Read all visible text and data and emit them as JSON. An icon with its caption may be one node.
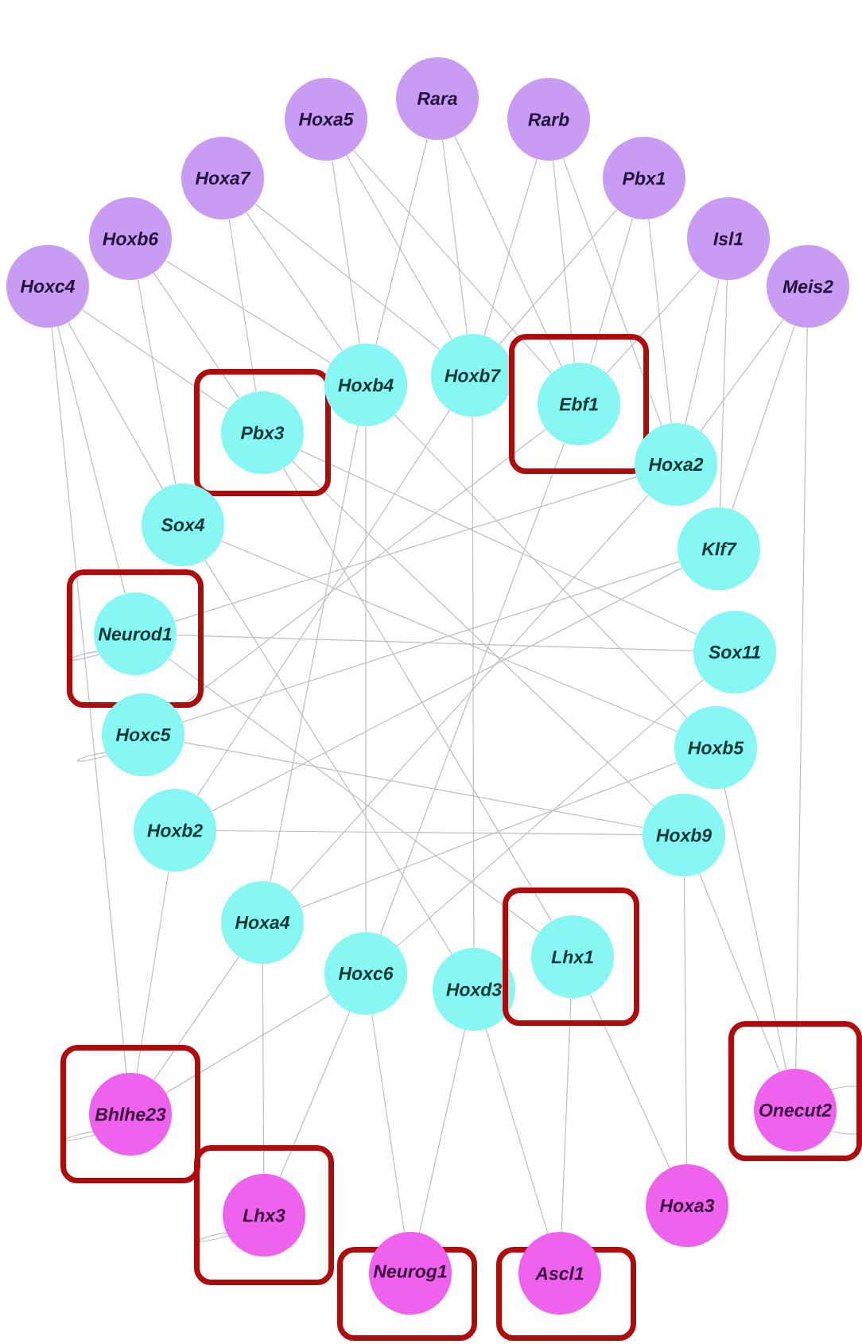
{
  "diagram": {
    "nodes": [
      {
        "text": [
          "Hoxc4"
        ]
      },
      {
        "text": [
          "Hoxb6"
        ]
      },
      {
        "text": [
          "Hoxa7"
        ]
      },
      {
        "text": [
          "Hoxa5"
        ]
      },
      {
        "text": [
          "Rara"
        ]
      },
      {
        "text": [
          "Rarb"
        ]
      },
      {
        "text": [
          "Pbx1"
        ]
      },
      {
        "text": [
          "Isl1"
        ]
      },
      {
        "text": [
          "Meis2"
        ]
      },
      {
        "text": [],
        "shape": "box"
      },
      {
        "text": [
          "Pbx3"
        ],
        "in": 9
      },
      {
        "text": [
          "Hoxb4"
        ]
      },
      {
        "text": [
          "Hoxb7"
        ]
      },
      {
        "text": [],
        "shape": "box"
      },
      {
        "text": [
          "Ebf1"
        ],
        "in": 13
      },
      {
        "text": [
          "Hoxa2"
        ]
      },
      {
        "text": [
          "Sox4"
        ]
      },
      {
        "text": [
          "Klf7"
        ]
      },
      {
        "text": [],
        "shape": "box"
      },
      {
        "text": [
          "Neurod1"
        ],
        "in": 18
      },
      {
        "text": [
          "Sox11"
        ]
      },
      {
        "text": [
          "Hoxc5"
        ]
      },
      {
        "text": [
          "Hoxb5"
        ]
      },
      {
        "text": [
          "Hoxb2"
        ]
      },
      {
        "text": [
          "Hoxb9"
        ]
      },
      {
        "text": [
          "Hoxa4"
        ]
      },
      {
        "text": [
          "Hoxc6"
        ]
      },
      {
        "text": [
          "Hoxd3"
        ]
      },
      {
        "text": [],
        "shape": "box"
      },
      {
        "text": [
          "Lhx1"
        ],
        "in": 28
      },
      {
        "text": [],
        "shape": "box"
      },
      {
        "text": [
          "Bhlhe23"
        ],
        "in": 30
      },
      {
        "text": [],
        "shape": "box"
      },
      {
        "text": [
          "Onecut2"
        ],
        "in": 32
      },
      {
        "text": [
          "Hoxa3"
        ]
      },
      {
        "text": [],
        "shape": "box"
      },
      {
        "text": [
          "Lhx3"
        ],
        "in": 35
      },
      {
        "text": [],
        "shape": "box"
      },
      {
        "text": [
          "Neurog1"
        ],
        "in": 37
      },
      {
        "text": [],
        "shape": "box"
      },
      {
        "text": [
          "Ascl1"
        ],
        "in": 39
      }
    ],
    "edges": [
      {
        "from": 0,
        "to": 16,
        "arrow": "none"
      },
      {
        "from": 0,
        "to": 19,
        "arrow": "none"
      },
      {
        "from": 0,
        "to": 31,
        "arrow": "none"
      },
      {
        "from": 0,
        "to": 10,
        "arrow": "none"
      },
      {
        "from": 1,
        "to": 10,
        "arrow": "none"
      },
      {
        "from": 1,
        "to": 16,
        "arrow": "none"
      },
      {
        "from": 1,
        "to": 11,
        "arrow": "none"
      },
      {
        "from": 2,
        "to": 10,
        "arrow": "none"
      },
      {
        "from": 2,
        "to": 11,
        "arrow": "none"
      },
      {
        "from": 2,
        "to": 12,
        "arrow": "none"
      },
      {
        "from": 3,
        "to": 11,
        "arrow": "none"
      },
      {
        "from": 3,
        "to": 12,
        "arrow": "none"
      },
      {
        "from": 3,
        "to": 14,
        "arrow": "none"
      },
      {
        "from": 4,
        "to": 12,
        "arrow": "none"
      },
      {
        "from": 4,
        "to": 14,
        "arrow": "none"
      },
      {
        "from": 4,
        "to": 11,
        "arrow": "none"
      },
      {
        "from": 5,
        "to": 14,
        "arrow": "none"
      },
      {
        "from": 5,
        "to": 12,
        "arrow": "none"
      },
      {
        "from": 5,
        "to": 15,
        "arrow": "none"
      },
      {
        "from": 6,
        "to": 14,
        "arrow": "none"
      },
      {
        "from": 6,
        "to": 15,
        "arrow": "none"
      },
      {
        "from": 6,
        "to": 12,
        "arrow": "none"
      },
      {
        "from": 7,
        "to": 15,
        "arrow": "none"
      },
      {
        "from": 7,
        "to": 17,
        "arrow": "none"
      },
      {
        "from": 7,
        "to": 14,
        "arrow": "none"
      },
      {
        "from": 8,
        "to": 15,
        "arrow": "none"
      },
      {
        "from": 8,
        "to": 17,
        "arrow": "none"
      },
      {
        "from": 8,
        "to": 33,
        "arrow": "none"
      },
      {
        "from": 10,
        "to": 20,
        "arrow": "none"
      },
      {
        "from": 10,
        "to": 24,
        "arrow": "none"
      },
      {
        "from": 11,
        "to": 22,
        "arrow": "none"
      },
      {
        "from": 11,
        "to": 25,
        "arrow": "none"
      },
      {
        "from": 12,
        "to": 27,
        "arrow": "none"
      },
      {
        "from": 12,
        "to": 23,
        "arrow": "none"
      },
      {
        "from": 14,
        "to": 21,
        "arrow": "none"
      },
      {
        "from": 14,
        "to": 26,
        "arrow": "none"
      },
      {
        "from": 15,
        "to": 19,
        "arrow": "none"
      },
      {
        "from": 15,
        "to": 25,
        "arrow": "none"
      },
      {
        "from": 16,
        "to": 22,
        "arrow": "none"
      },
      {
        "from": 17,
        "to": 23,
        "arrow": "none"
      },
      {
        "from": 17,
        "to": 21,
        "arrow": "none"
      },
      {
        "from": 19,
        "to": 20,
        "arrow": "none"
      },
      {
        "from": 20,
        "to": 26,
        "arrow": "none"
      },
      {
        "from": 21,
        "to": 24,
        "arrow": "none"
      },
      {
        "from": 22,
        "to": 25,
        "arrow": "none"
      },
      {
        "from": 24,
        "to": 23,
        "arrow": "none"
      },
      {
        "from": 26,
        "to": 11,
        "arrow": "none"
      },
      {
        "from": 27,
        "to": 16,
        "arrow": "none"
      },
      {
        "from": 29,
        "to": 10,
        "arrow": "none"
      },
      {
        "from": 29,
        "to": 19,
        "arrow": "none"
      },
      {
        "from": 31,
        "to": 26,
        "arrow": "none"
      },
      {
        "from": 31,
        "to": 23,
        "arrow": "none"
      },
      {
        "from": 31,
        "to": 25,
        "arrow": "none"
      },
      {
        "from": 36,
        "to": 25,
        "arrow": "none"
      },
      {
        "from": 36,
        "to": 26,
        "arrow": "none"
      },
      {
        "from": 38,
        "to": 27,
        "arrow": "none"
      },
      {
        "from": 38,
        "to": 26,
        "arrow": "none"
      },
      {
        "from": 40,
        "to": 29,
        "arrow": "none"
      },
      {
        "from": 40,
        "to": 27,
        "arrow": "none"
      },
      {
        "from": 34,
        "to": 24,
        "arrow": "none"
      },
      {
        "from": 34,
        "to": 29,
        "arrow": "none"
      },
      {
        "from": 33,
        "to": 22,
        "arrow": "none"
      },
      {
        "from": 33,
        "to": 24,
        "arrow": "none"
      },
      {
        "from": 19,
        "to": 19,
        "arrow": "none"
      },
      {
        "from": 21,
        "to": 21,
        "arrow": "none"
      },
      {
        "from": 31,
        "to": 31,
        "arrow": "none"
      },
      {
        "from": 36,
        "to": 36,
        "arrow": "none"
      },
      {
        "from": 33,
        "to": 33,
        "arrow": "none"
      }
    ]
  }
}
